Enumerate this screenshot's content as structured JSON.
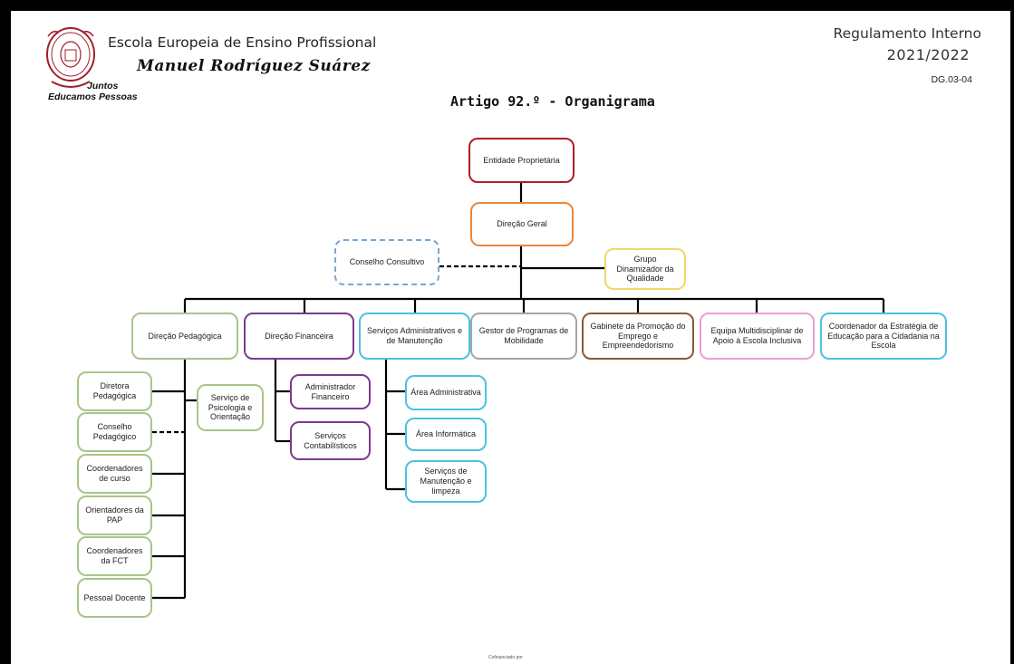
{
  "header": {
    "school_name": "Escola Europeia de Ensino Profissional",
    "school_person": "Manuel Rodríguez Suárez",
    "motto_line1": "Juntos",
    "motto_line2": "Educamos Pessoas",
    "reg_title": "Regulamento Interno",
    "reg_year": "2021/2022",
    "doc_code": "DG.03-04",
    "article_title": "Artigo 92.º - Organigrama"
  },
  "footer_note": "Cofinanciado por",
  "colors": {
    "red": "#b01d27",
    "orange": "#e8873d",
    "blue_dashed": "#7ba7cf",
    "yellow": "#f2d769",
    "green": "#a9c48a",
    "purple": "#7b3b8e",
    "cyan": "#4cc1e3",
    "gray": "#a5a5a5",
    "brown": "#8a5a35",
    "pink": "#e9a0cf"
  },
  "org": {
    "entidade": "Entidade Proprietária",
    "direcao_geral": "Direção Geral",
    "conselho_consultivo": "Conselho Consultivo",
    "grupo_qualidade": "Grupo Dinamizador da Qualidade",
    "direcao_pedagogica": "Direção Pedagógica",
    "direcao_financeira": "Direção Financeira",
    "servicos_adm": "Serviços Administrativos e de Manutenção",
    "gestor_programas": "Gestor de Programas de Mobilidade",
    "gabinete_promocao": "Gabinete da Promoção do Emprego e Empreendedorismo",
    "equipa_multi": "Equipa Multidisciplinar de Apoio à Escola Inclusiva",
    "coordenador_estrategia": "Coordenador da Estratégia de Educação para a Cidadania na Escola",
    "diretora_pedagogica": "Diretora Pedagógica",
    "conselho_pedagogico": "Conselho Pedagógico",
    "coordenadores_curso": "Coordenadores de curso",
    "orientadores_pap": "Orientadores da PAP",
    "coordenadores_fct": "Coordenadores da FCT",
    "pessoal_docente": "Pessoal Docente",
    "servico_psicologia": "Serviço de Psicologia e Orientação",
    "administrador_financeiro": "Administrador Financeiro",
    "servicos_contabilisticos": "Serviços Contabilísticos",
    "area_administrativa": "Área Administrativa",
    "area_informatica": "Área Informática",
    "servicos_manutencao": "Serviços de Manutenção e limpeza"
  }
}
